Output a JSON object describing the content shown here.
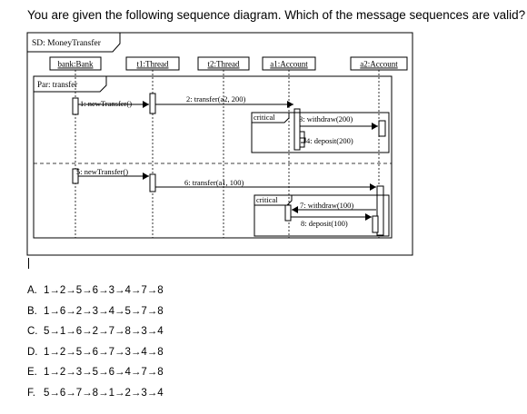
{
  "question": "You are given the following sequence diagram. Which of the message sequences are valid?",
  "diagram": {
    "frame_title": "SD: MoneyTransfer",
    "lifelines": [
      "bank:Bank",
      "t1:Thread",
      "t2:Thread",
      "a1:Account",
      "a2:Account"
    ],
    "par_label": "Par: transfer",
    "critical_label": "critical",
    "messages": [
      "1: newTransfer()",
      "2: transfer(a2, 200)",
      "3: withdraw(200)",
      "4: deposit(200)",
      "5: newTransfer()",
      "6: transfer(a1, 100)",
      "7: withdraw(100)",
      "8: deposit(100)"
    ]
  },
  "options": [
    {
      "label": "A.",
      "text": "1→2→5→6→3→4→7→8"
    },
    {
      "label": "B.",
      "text": "1→6→2→3→4→5→7→8"
    },
    {
      "label": "C.",
      "text": "5→1→6→2→7→8→3→4"
    },
    {
      "label": "D.",
      "text": "1→2→5→6→7→3→4→8"
    },
    {
      "label": "E.",
      "text": "1→2→3→5→6→4→7→8"
    },
    {
      "label": "F.",
      "text": "5→6→7→8→1→2→3→4"
    }
  ]
}
